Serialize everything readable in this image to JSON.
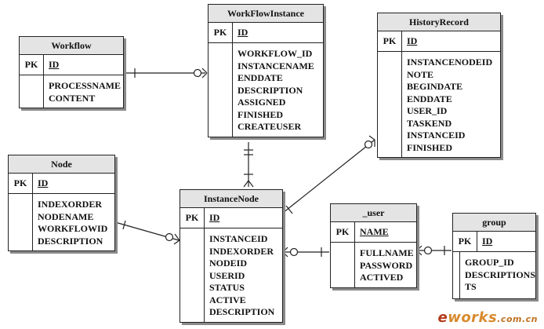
{
  "entities": {
    "workflow": {
      "title": "Workflow",
      "pk_label": "PK",
      "pk_field": "ID",
      "fields": [
        "PROCESSNAME",
        "CONTENT"
      ]
    },
    "workflowinstance": {
      "title": "WorkFlowInstance",
      "pk_label": "PK",
      "pk_field": "ID",
      "fields": [
        "WORKFLOW_ID",
        "INSTANCENAME",
        "ENDDATE",
        "DESCRIPTION",
        "ASSIGNED",
        "FINISHED",
        "CREATEUSER"
      ]
    },
    "historyrecord": {
      "title": "HistoryRecord",
      "pk_label": "PK",
      "pk_field": "ID",
      "fields": [
        "INSTANCENODEID",
        "NOTE",
        "BEGINDATE",
        "ENDDATE",
        "USER_ID",
        "TASKEND",
        "INSTANCEID",
        "FINISHED"
      ]
    },
    "node": {
      "title": "Node",
      "pk_label": "PK",
      "pk_field": "ID",
      "fields": [
        "INDEXORDER",
        "NODENAME",
        "WORKFLOWID",
        "DESCRIPTION"
      ]
    },
    "instancenode": {
      "title": "InstanceNode",
      "pk_label": "PK",
      "pk_field": "ID",
      "fields": [
        "INSTANCEID",
        "INDEXORDER",
        "NODEID",
        "USERID",
        "STATUS",
        "ACTIVE",
        "DESCRIPTION"
      ]
    },
    "user": {
      "title": "_user",
      "pk_label": "PK",
      "pk_field": "NAME",
      "fields": [
        "FULLNAME",
        "PASSWORD",
        "ACTIVED"
      ]
    },
    "group": {
      "title": "group",
      "pk_label": "PK",
      "pk_field": "ID",
      "fields": [
        "GROUP_ID",
        "DESCRIPTIONS",
        "TS"
      ]
    }
  },
  "watermark": {
    "prefix": "e",
    "name": "works",
    "suffix": ".com.cn"
  }
}
